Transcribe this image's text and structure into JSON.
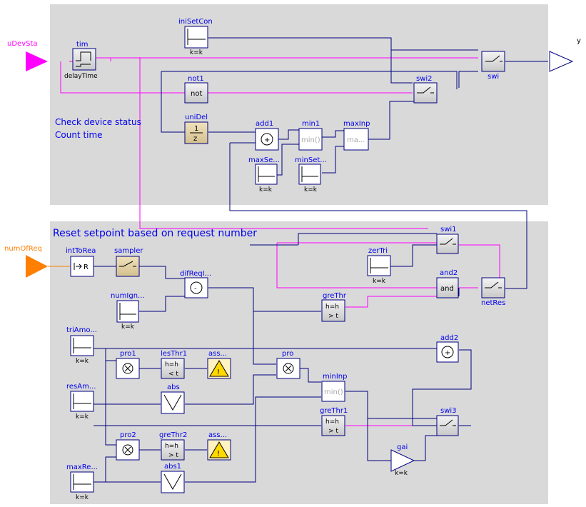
{
  "inputs": {
    "uDevSta": "uDevSta",
    "numOfReq": "numOfReq"
  },
  "outputs": {
    "y": "y"
  },
  "notes": {
    "check_device": "Check device status",
    "count_time": "Count time",
    "reset_title": "Reset setpoint based on request number"
  },
  "blocks": {
    "tim": "tim",
    "tim_param": "delayTime",
    "iniSetCon": "iniSetCon",
    "iniSetCon_param": "k=k",
    "swi": "swi",
    "not1": "not1",
    "not1_sym": "not",
    "swi2": "swi2",
    "uniDel": "uniDel",
    "uniDel_num": "1",
    "uniDel_den": "z",
    "add1": "add1",
    "add1_sym": "+",
    "min1": "min1",
    "min1_sym": "min()",
    "maxInp": "maxInp",
    "maxInp_sym": "ma...",
    "maxSe": "maxSe...",
    "maxSe_param": "k=k",
    "minSet": "minSet...",
    "minSet_param": "k=k",
    "intToRea": "intToRea",
    "intToRea_sym": "R",
    "sampler": "sampler",
    "difReqIgn": "difReqI...",
    "difReqIgn_sym": "-",
    "numIgn": "numIgn...",
    "numIgn_param": "k=k",
    "swi1": "swi1",
    "zerTri": "zerTri",
    "zerTri_param": "k=k",
    "and2": "and2",
    "and2_sym": "and",
    "netRes": "netRes",
    "greThr": "greThr",
    "greThr_sym1": "h=h",
    "greThr_sym2": "> t",
    "triAmo": "triAmo...",
    "triAmo_param": "k=k",
    "pro1": "pro1",
    "lesThr1": "lesThr1",
    "lesThr1_sym1": "h=h",
    "lesThr1_sym2": "< t",
    "ass1": "ass...",
    "pro": "pro",
    "add2": "add2",
    "add2_sym": "+",
    "resAm": "resAm...",
    "resAm_param": "k=k",
    "abs": "abs",
    "minInp": "minInp",
    "minInp_sym": "min()",
    "greThr1": "greThr1",
    "greThr1_sym1": "h=h",
    "greThr1_sym2": "> t",
    "swi3": "swi3",
    "pro2": "pro2",
    "greThr2": "greThr2",
    "greThr2_sym1": "h=h",
    "greThr2_sym2": "> t",
    "ass2": "ass...",
    "gai": "gai",
    "gai_param": "k=k",
    "maxRe": "maxRe...",
    "maxRe_param": "k=k",
    "abs1": "abs1"
  },
  "colors": {
    "background_panel": "#d9d9d9",
    "wire_real": "#000080",
    "wire_bool": "#ff00ff",
    "wire_int": "#ff7f00",
    "label": "#0000ee"
  }
}
